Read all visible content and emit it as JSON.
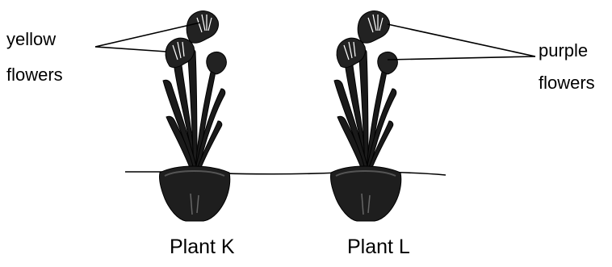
{
  "labels": {
    "left_line1": "yellow",
    "left_line2": "flowers",
    "right_line1": "purple",
    "right_line2": "flowers"
  },
  "plants": [
    {
      "name": "Plant K",
      "flower_color": "yellow"
    },
    {
      "name": "Plant L",
      "flower_color": "purple"
    }
  ],
  "colors": {
    "ink": "#111111",
    "ground": "#000000"
  }
}
